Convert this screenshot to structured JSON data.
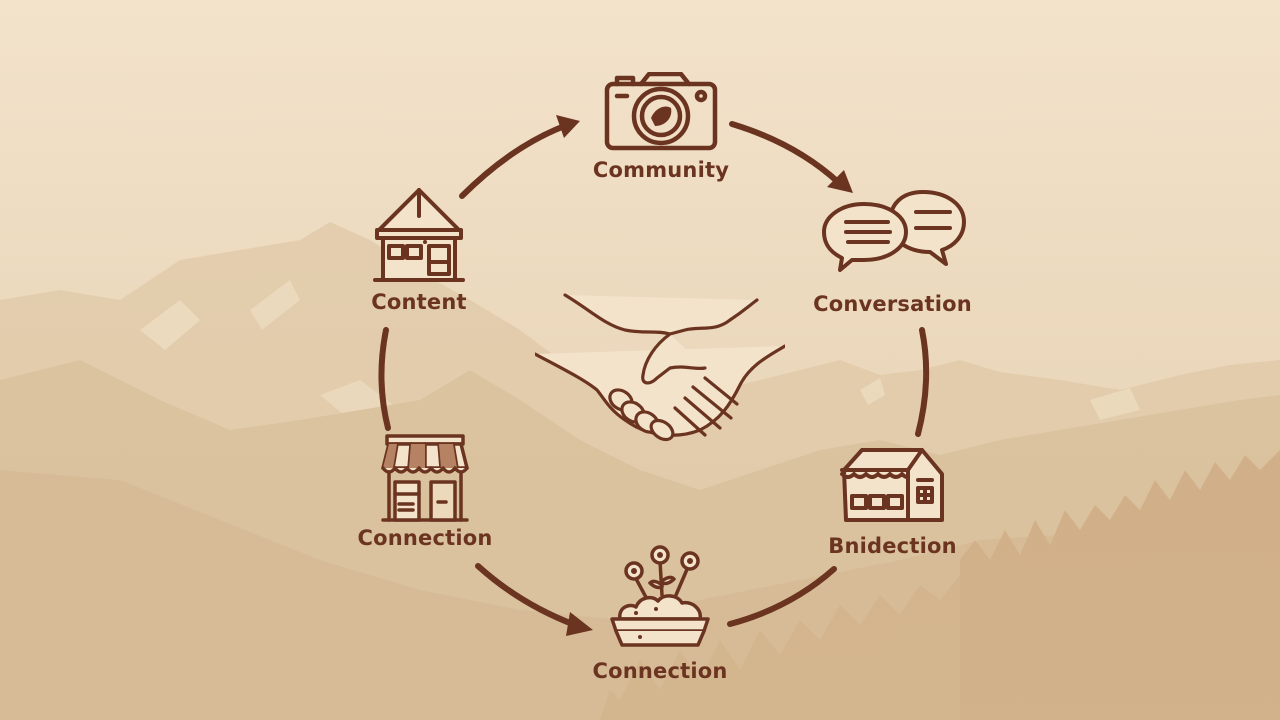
{
  "diagram": {
    "type": "cycle",
    "center_icon": "handshake-icon",
    "colors": {
      "ink": "#6b3420",
      "background": "#efdfc6",
      "mountain_far": "#e3cfb1",
      "mountain_near": "#d7bd98",
      "forest": "#cfb089",
      "snow": "#f2e4cc"
    },
    "nodes": [
      {
        "id": "top",
        "label": "Community",
        "icon": "camera-icon"
      },
      {
        "id": "upper-right",
        "label": "Conversation",
        "icon": "speech-bubbles-icon"
      },
      {
        "id": "lower-right",
        "label": "Bnidection",
        "icon": "house-shop-icon"
      },
      {
        "id": "bottom",
        "label": "Connection",
        "icon": "flower-planter-icon"
      },
      {
        "id": "lower-left",
        "label": "Connection",
        "icon": "storefront-awning-icon"
      },
      {
        "id": "upper-left",
        "label": "Content",
        "icon": "cabin-icon"
      }
    ],
    "edges": [
      {
        "from": "upper-left",
        "to": "top",
        "arrow": true
      },
      {
        "from": "top",
        "to": "upper-right",
        "arrow": true
      },
      {
        "from": "upper-right",
        "to": "lower-right",
        "arrow": false
      },
      {
        "from": "lower-right",
        "to": "bottom",
        "arrow": false
      },
      {
        "from": "lower-left",
        "to": "bottom",
        "arrow": true
      },
      {
        "from": "upper-left",
        "to": "lower-left",
        "arrow": false
      }
    ]
  }
}
